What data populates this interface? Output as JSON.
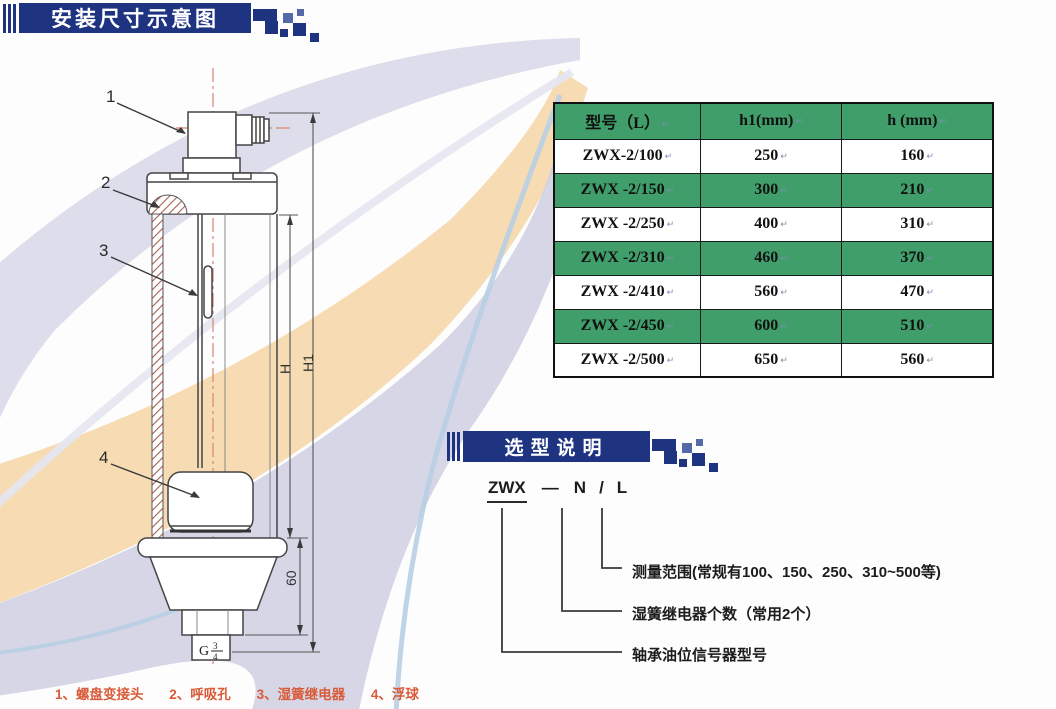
{
  "page": {
    "title_banner": "安装尺寸示意图",
    "selection_banner": "选型说明"
  },
  "table": {
    "headers": [
      "型号（L）",
      "h1(mm)",
      "h (mm)"
    ],
    "rows": [
      {
        "model": "ZWX-2/100",
        "h1": "250",
        "h": "160"
      },
      {
        "model": "ZWX -2/150",
        "h1": "300",
        "h": "210"
      },
      {
        "model": "ZWX -2/250",
        "h1": "400",
        "h": "310"
      },
      {
        "model": "ZWX -2/310",
        "h1": "460",
        "h": "370"
      },
      {
        "model": "ZWX -2/410",
        "h1": "560",
        "h": "470"
      },
      {
        "model": "ZWX -2/450",
        "h1": "600",
        "h": "510"
      },
      {
        "model": "ZWX -2/500",
        "h1": "650",
        "h": "560"
      }
    ],
    "return_mark": "↵"
  },
  "selection": {
    "code": {
      "prefix": "ZWX",
      "dash": "—",
      "n": "N",
      "slash": "/",
      "l": "L"
    },
    "labels": [
      "测量范围(常规有100、150、250、310~500等)",
      "湿簧继电器个数（常用2个）",
      "轴承油位信号器型号"
    ]
  },
  "drawing": {
    "callouts": [
      "1",
      "2",
      "3",
      "4"
    ],
    "dims": {
      "h": "H",
      "h1": "H1",
      "sixty": "60",
      "thread_g": "G",
      "thread_num": "3",
      "thread_den": "4"
    }
  },
  "legend": {
    "items": [
      "1、螺盘变接头",
      "2、呼吸孔",
      "3、湿簧继电器",
      "4、浮球"
    ]
  },
  "colors": {
    "banner_blue": "#1e3480",
    "table_green": "#3f9e6a",
    "legend_red": "#d95a38",
    "centerline_red": "#d98573"
  }
}
